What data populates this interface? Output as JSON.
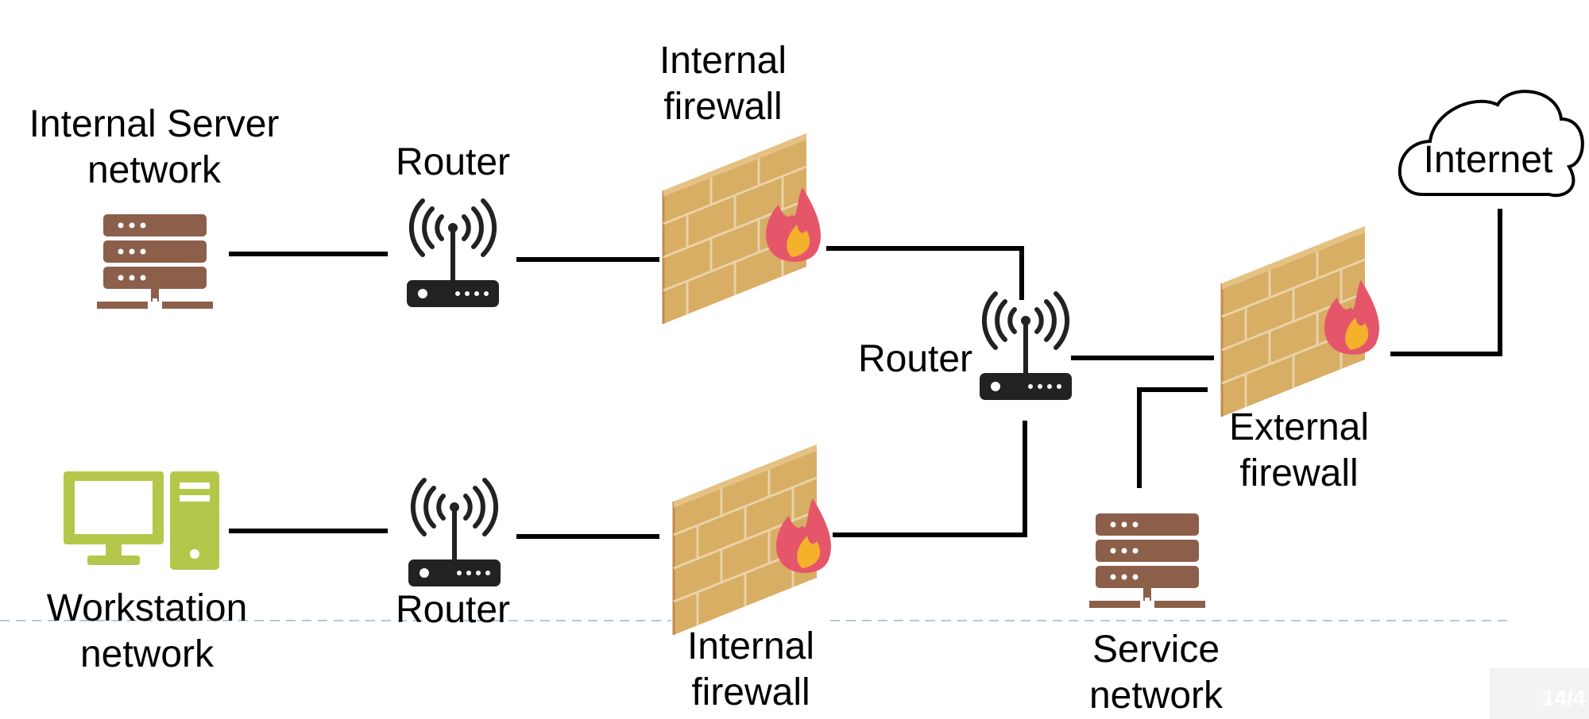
{
  "nodes": {
    "internal_server_network": {
      "line1": "Internal Server",
      "line2": "network",
      "icon": "server-rack-icon"
    },
    "router_top": {
      "label": "Router",
      "icon": "router-icon"
    },
    "internal_firewall_top": {
      "line1": "Internal",
      "line2": "firewall",
      "icon": "firewall-icon"
    },
    "router_center": {
      "label": "Router",
      "icon": "router-icon"
    },
    "internet": {
      "label": "Internet",
      "icon": "cloud-icon"
    },
    "external_firewall": {
      "line1": "External",
      "line2": "firewall",
      "icon": "firewall-icon"
    },
    "workstation_network": {
      "line1": "Workstation",
      "line2": "network",
      "icon": "workstation-icon"
    },
    "router_bottom": {
      "label": "Router",
      "icon": "router-icon"
    },
    "internal_firewall_bottom": {
      "line1": "Internal",
      "line2": "firewall",
      "icon": "firewall-icon"
    },
    "service_network": {
      "line1": "Service",
      "line2": "network",
      "icon": "server-rack-icon"
    }
  },
  "page_indicator": "14/4",
  "colors": {
    "server": "#8c5f4b",
    "workstation": "#b5c74a",
    "router": "#222222",
    "brick_light": "#d8ad64",
    "brick_dark": "#c08a4e",
    "flame_outer": "#e5566a",
    "flame_inner": "#f3b12c",
    "line": "#000000",
    "dashed_rule": "#b8c8d4"
  }
}
